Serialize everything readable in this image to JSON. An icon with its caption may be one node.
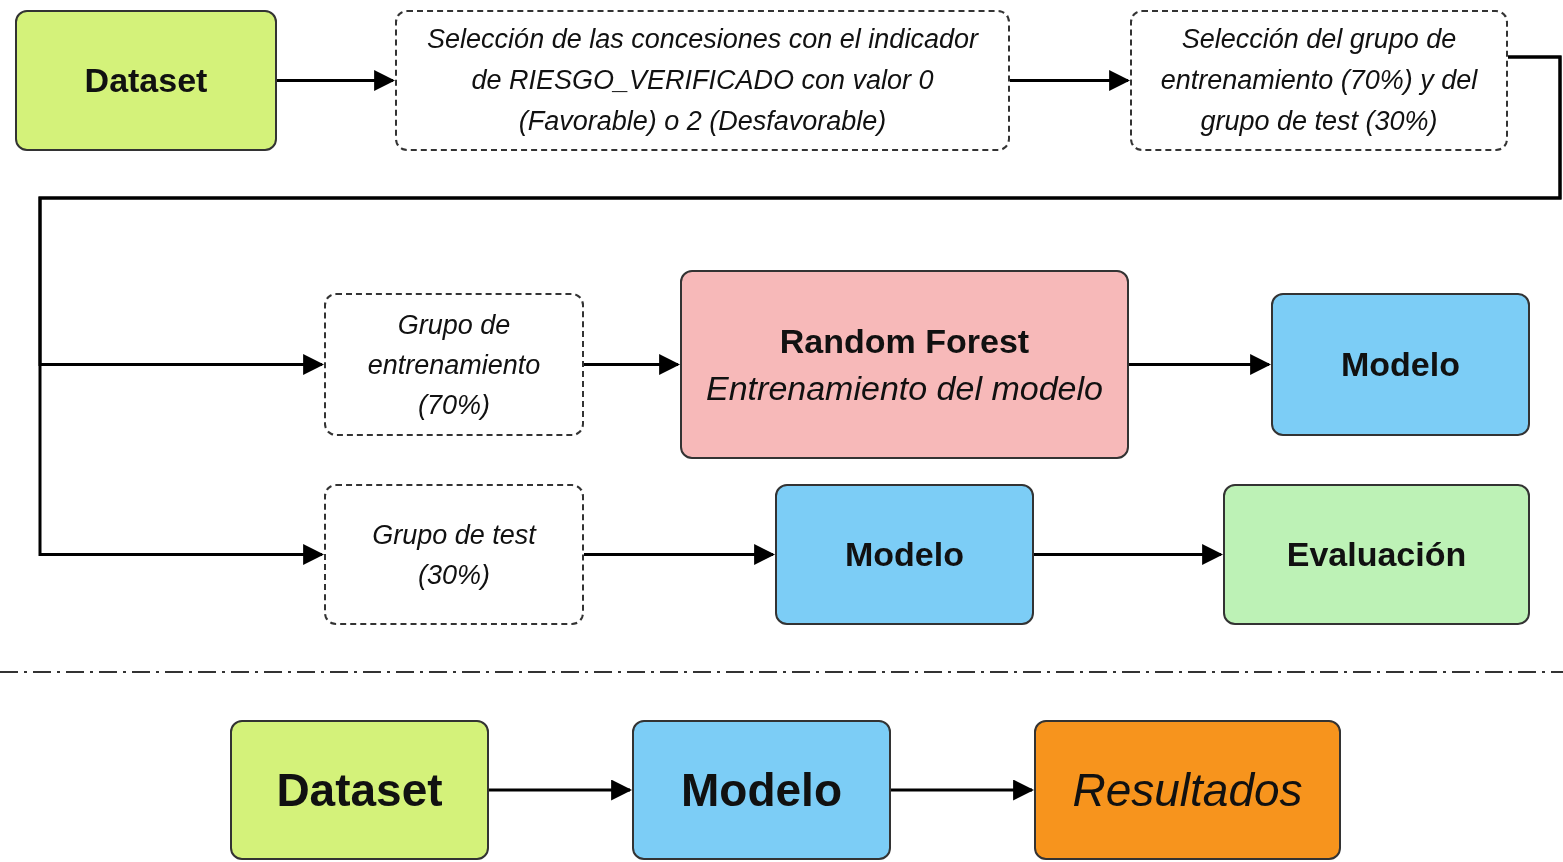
{
  "diagram": {
    "nodes": [
      {
        "text": [
          "Dataset"
        ]
      },
      {
        "text": [
          "Selección de las concesiones con el indicador de RIESGO_VERIFICADO con valor 0 (Favorable) o 2 (Desfavorable)"
        ]
      },
      {
        "text": [
          "Selección del grupo de entrenamiento (70%) y del grupo de test (30%)"
        ]
      },
      {
        "text": [
          "Grupo de entrenamiento (70%)"
        ]
      },
      {
        "text": [
          "Random Forest",
          "Entrenamiento del modelo"
        ]
      },
      {
        "text": [
          "Modelo"
        ]
      },
      {
        "text": [
          "Grupo de test (30%)"
        ]
      },
      {
        "text": [
          "Modelo"
        ]
      },
      {
        "text": [
          "Evaluación"
        ]
      },
      {
        "text": [
          "Dataset"
        ]
      },
      {
        "text": [
          "Modelo"
        ]
      },
      {
        "text": [
          "Resultados"
        ]
      }
    ],
    "edges": [
      {
        "from": 0,
        "to": 1,
        "arrow": "to"
      },
      {
        "from": 1,
        "to": 2,
        "arrow": "to"
      },
      {
        "from": 2,
        "to": 3,
        "arrow": "to"
      },
      {
        "from": 2,
        "to": 6,
        "arrow": "to"
      },
      {
        "from": 3,
        "to": 4,
        "arrow": "to"
      },
      {
        "from": 4,
        "to": 5,
        "arrow": "to"
      },
      {
        "from": 6,
        "to": 7,
        "arrow": "to"
      },
      {
        "from": 7,
        "to": 8,
        "arrow": "to"
      },
      {
        "from": 9,
        "to": 10,
        "arrow": "to"
      },
      {
        "from": 10,
        "to": 11,
        "arrow": "to"
      }
    ]
  }
}
